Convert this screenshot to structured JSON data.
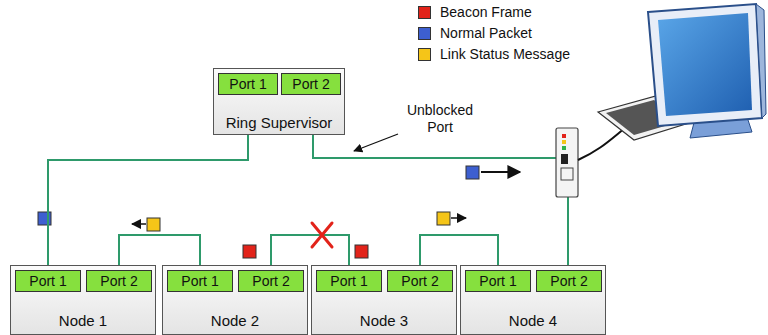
{
  "diagram": {
    "nodes": [
      {
        "text": [
          "Ring Supervisor"
        ]
      },
      {
        "text": [
          "Port 1"
        ],
        "in": 0
      },
      {
        "text": [
          "Port 2"
        ],
        "in": 0
      },
      {
        "text": [
          "Node 1"
        ]
      },
      {
        "text": [
          "Port 1"
        ],
        "in": 3
      },
      {
        "text": [
          "Port 2"
        ],
        "in": 3
      },
      {
        "text": [
          "Node 2"
        ]
      },
      {
        "text": [
          "Port 1"
        ],
        "in": 6
      },
      {
        "text": [
          "Port 2"
        ],
        "in": 6
      },
      {
        "text": [
          "Node 3"
        ]
      },
      {
        "text": [
          "Port 1"
        ],
        "in": 9
      },
      {
        "text": [
          "Port 2"
        ],
        "in": 9
      },
      {
        "text": [
          "Node 4"
        ]
      },
      {
        "text": [
          "Port 1"
        ],
        "in": 12
      },
      {
        "text": [
          "Port 2"
        ],
        "in": 12
      }
    ],
    "edges": [
      {
        "from": 0,
        "to": 3,
        "arrow": "none"
      },
      {
        "from": 3,
        "to": 6,
        "arrow": "none"
      },
      {
        "from": 6,
        "to": 9,
        "arrow": "none"
      },
      {
        "from": 9,
        "to": 12,
        "arrow": "none"
      }
    ],
    "labels": [
      "Unblocked Port"
    ],
    "legend": [
      {
        "text": "Beacon Frame",
        "color": "#e2231a"
      },
      {
        "text": "Normal Packet",
        "color": "#3d5fd0"
      },
      {
        "text": "Link Status Message",
        "color": "#f5c518"
      }
    ]
  }
}
